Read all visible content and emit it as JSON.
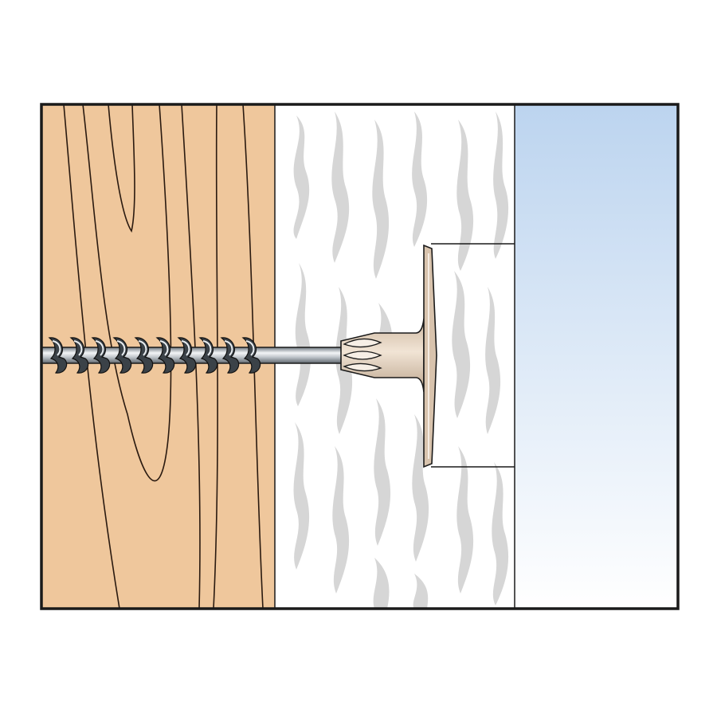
{
  "diagram": {
    "layers": [
      {
        "id": "wood",
        "kind": "timber substrate",
        "color": "#efc79c",
        "grain_color": "#2a1a10"
      },
      {
        "id": "insulation",
        "kind": "insulation board",
        "color": "#ffffff",
        "pattern_color": "#d6d6d6"
      },
      {
        "id": "render",
        "kind": "facade",
        "gradient_top": "#bcd4ef",
        "gradient_bottom": "#ffffff"
      }
    ],
    "fastener": {
      "screw_color": "#9aa3ab",
      "plug_color": "#e3d2bf",
      "plate_color": "#d8c3ad",
      "thread_turns": 10
    },
    "outline_color": "#1a1a1a"
  }
}
